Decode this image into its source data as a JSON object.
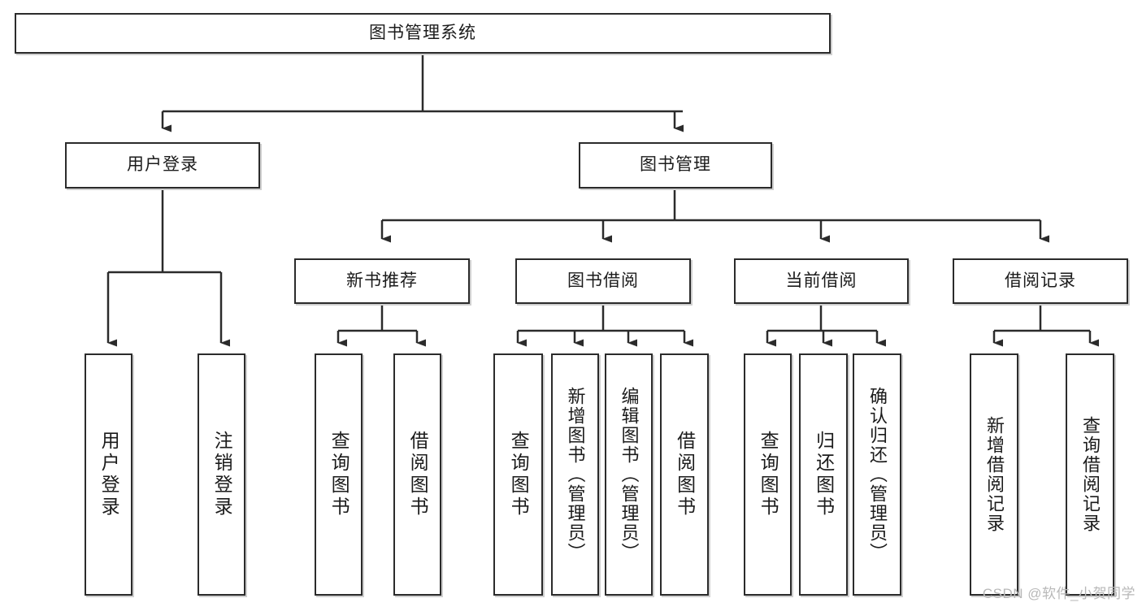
{
  "diagram": {
    "type": "tree-hierarchy",
    "title": "图书管理系统",
    "orientation": "top-down",
    "colors": {
      "box_border": "#2b2b2b",
      "box_fill": "#ffffff",
      "box_shadow": "#cfcfcf",
      "edge": "#2b2b2b",
      "text": "#1b1b1b",
      "watermark": "#b8b8b8",
      "background": "#ffffff"
    },
    "root": {
      "id": "root",
      "label": "图书管理系统"
    },
    "level2": [
      {
        "id": "user-login",
        "label": "用户登录"
      },
      {
        "id": "book-manage",
        "label": "图书管理"
      }
    ],
    "level3": [
      {
        "id": "new-book-rec",
        "label": "新书推荐",
        "parent": "book-manage"
      },
      {
        "id": "book-borrow",
        "label": "图书借阅",
        "parent": "book-manage"
      },
      {
        "id": "current-borrow",
        "label": "当前借阅",
        "parent": "book-manage"
      },
      {
        "id": "borrow-record",
        "label": "借阅记录",
        "parent": "book-manage"
      }
    ],
    "leaves": [
      {
        "id": "leaf-user-login",
        "label": "用户登录",
        "parent": "user-login"
      },
      {
        "id": "leaf-logout",
        "label": "注销登录",
        "parent": "user-login"
      },
      {
        "id": "leaf-query-book-rec",
        "label": "查询图书",
        "parent": "new-book-rec"
      },
      {
        "id": "leaf-borrow-book-rec",
        "label": "借阅图书",
        "parent": "new-book-rec"
      },
      {
        "id": "leaf-query-book-borrow",
        "label": "查询图书",
        "parent": "book-borrow"
      },
      {
        "id": "leaf-add-book",
        "label": "新增图书（管理员）",
        "parent": "book-borrow"
      },
      {
        "id": "leaf-edit-book",
        "label": "编辑图书（管理员）",
        "parent": "book-borrow"
      },
      {
        "id": "leaf-borrow-book",
        "label": "借阅图书",
        "parent": "book-borrow"
      },
      {
        "id": "leaf-query-book-current",
        "label": "查询图书",
        "parent": "current-borrow"
      },
      {
        "id": "leaf-return-book",
        "label": "归还图书",
        "parent": "current-borrow"
      },
      {
        "id": "leaf-confirm-return",
        "label": "确认归还（管理员）",
        "parent": "current-borrow"
      },
      {
        "id": "leaf-add-record",
        "label": "新增借阅记录",
        "parent": "borrow-record"
      },
      {
        "id": "leaf-query-record",
        "label": "查询借阅记录",
        "parent": "borrow-record"
      }
    ]
  },
  "watermark": {
    "text": "CSDN @软件_小贺同学"
  }
}
